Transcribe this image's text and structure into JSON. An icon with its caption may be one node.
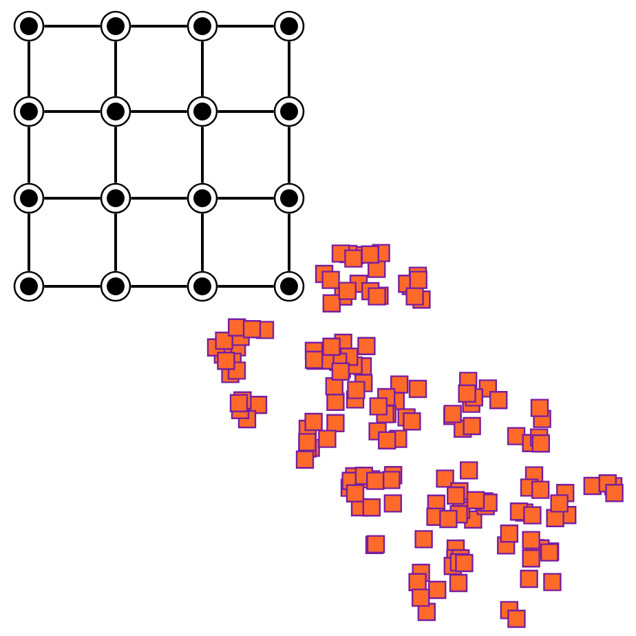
{
  "diagram": {
    "nodes": [
      {
        "text": [],
        "shape": "circle"
      },
      {
        "text": [],
        "shape": "circle"
      },
      {
        "text": [],
        "shape": "circle"
      },
      {
        "text": [],
        "shape": "circle"
      },
      {
        "text": [],
        "shape": "circle"
      },
      {
        "text": [],
        "shape": "circle"
      },
      {
        "text": [],
        "shape": "circle"
      },
      {
        "text": [],
        "shape": "circle"
      },
      {
        "text": [],
        "shape": "circle"
      },
      {
        "text": [],
        "shape": "circle"
      },
      {
        "text": [],
        "shape": "circle"
      },
      {
        "text": [],
        "shape": "circle"
      },
      {
        "text": [],
        "shape": "circle"
      },
      {
        "text": [],
        "shape": "circle"
      },
      {
        "text": [],
        "shape": "circle"
      },
      {
        "text": [],
        "shape": "circle"
      }
    ],
    "edges": [
      {
        "from": 0,
        "to": 1,
        "arrow": "none"
      },
      {
        "from": 1,
        "to": 2,
        "arrow": "none"
      },
      {
        "from": 2,
        "to": 3,
        "arrow": "none"
      },
      {
        "from": 4,
        "to": 5,
        "arrow": "none"
      },
      {
        "from": 5,
        "to": 6,
        "arrow": "none"
      },
      {
        "from": 6,
        "to": 7,
        "arrow": "none"
      },
      {
        "from": 8,
        "to": 9,
        "arrow": "none"
      },
      {
        "from": 9,
        "to": 10,
        "arrow": "none"
      },
      {
        "from": 10,
        "to": 11,
        "arrow": "none"
      },
      {
        "from": 12,
        "to": 13,
        "arrow": "none"
      },
      {
        "from": 13,
        "to": 14,
        "arrow": "none"
      },
      {
        "from": 14,
        "to": 15,
        "arrow": "none"
      },
      {
        "from": 0,
        "to": 4,
        "arrow": "none"
      },
      {
        "from": 4,
        "to": 8,
        "arrow": "none"
      },
      {
        "from": 8,
        "to": 12,
        "arrow": "none"
      },
      {
        "from": 1,
        "to": 5,
        "arrow": "none"
      },
      {
        "from": 5,
        "to": 9,
        "arrow": "none"
      },
      {
        "from": 9,
        "to": 13,
        "arrow": "none"
      },
      {
        "from": 2,
        "to": 6,
        "arrow": "none"
      },
      {
        "from": 6,
        "to": 10,
        "arrow": "none"
      },
      {
        "from": 10,
        "to": 14,
        "arrow": "none"
      },
      {
        "from": 3,
        "to": 7,
        "arrow": "none"
      },
      {
        "from": 7,
        "to": 11,
        "arrow": "none"
      },
      {
        "from": 11,
        "to": 15,
        "arrow": "none"
      }
    ]
  }
}
